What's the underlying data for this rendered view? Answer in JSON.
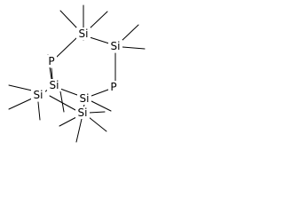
{
  "molecule": {
    "atoms": [
      {
        "id": "si-top",
        "label": "Si"
      },
      {
        "id": "si-right",
        "label": "Si"
      },
      {
        "id": "p-left",
        "label": "P"
      },
      {
        "id": "p-right",
        "label": "P"
      },
      {
        "id": "si-center-left",
        "label": "Si"
      },
      {
        "id": "si-center-right",
        "label": "Si"
      },
      {
        "id": "si-lower-left",
        "label": "Si"
      },
      {
        "id": "si-bottom",
        "label": "Si"
      }
    ]
  }
}
